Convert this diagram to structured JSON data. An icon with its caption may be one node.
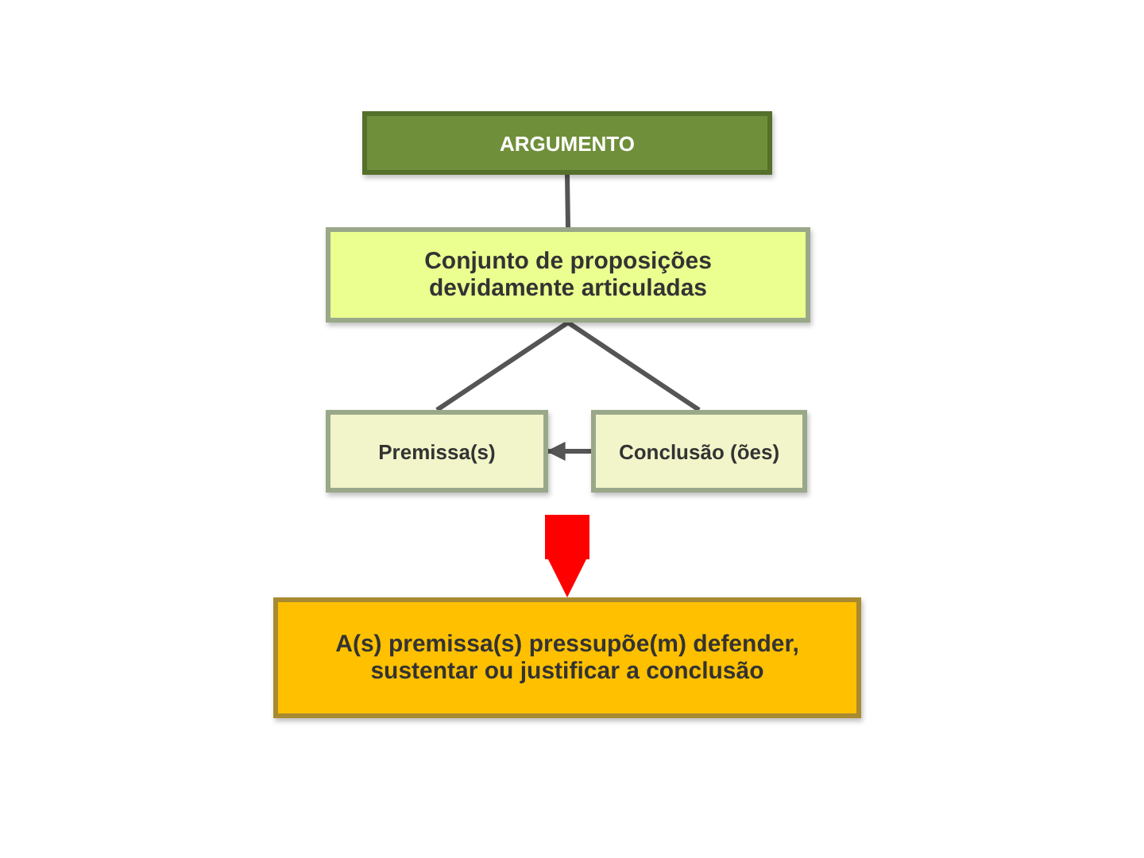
{
  "diagram": {
    "nodes": [
      {
        "text": [
          "ARGUMENTO"
        ]
      },
      {
        "text": [
          "Conjunto de proposições devidamente articuladas"
        ]
      },
      {
        "text": [
          "Premissa(s)"
        ]
      },
      {
        "text": [
          "Conclusão (ões)"
        ]
      },
      {
        "text": [
          "A(s) premissa(s) pressupõe(m) defender, sustentar ou justificar a conclusão"
        ]
      }
    ],
    "edges": [
      {
        "from": 0,
        "to": 1,
        "arrow": "none"
      },
      {
        "from": 1,
        "to": 2,
        "arrow": "none"
      },
      {
        "from": 1,
        "to": 3,
        "arrow": "none"
      },
      {
        "from": 3,
        "to": 2,
        "arrow": "to"
      },
      {
        "from": null,
        "to": 4,
        "arrow": "to",
        "style": "thick",
        "color": "#ff0000"
      }
    ]
  }
}
